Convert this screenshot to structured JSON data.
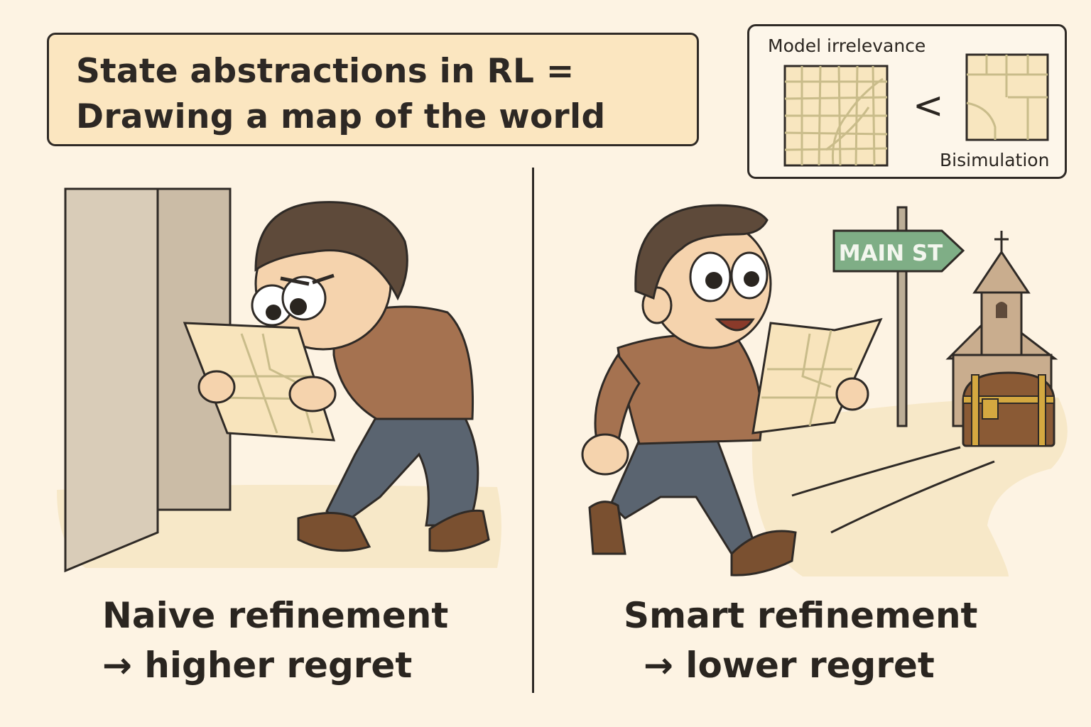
{
  "title": {
    "line1": "State abstractions in RL =",
    "line2": "Drawing a map of the world"
  },
  "legend": {
    "left_label": "Model irrelevance",
    "comparator": "<",
    "right_label": "Bisimulation"
  },
  "left_panel": {
    "caption_line1": "Naive refinement",
    "caption_line2": "→ higher regret"
  },
  "right_panel": {
    "caption_line1": "Smart refinement",
    "caption_line2": "→ lower regret",
    "sign_text": "MAIN ST"
  },
  "colors": {
    "background": "#fdf3e3",
    "title_fill": "#fbe6c0",
    "sign_green": "#7fae86",
    "shirt_brown": "#a57250",
    "jeans": "#5a6470"
  }
}
